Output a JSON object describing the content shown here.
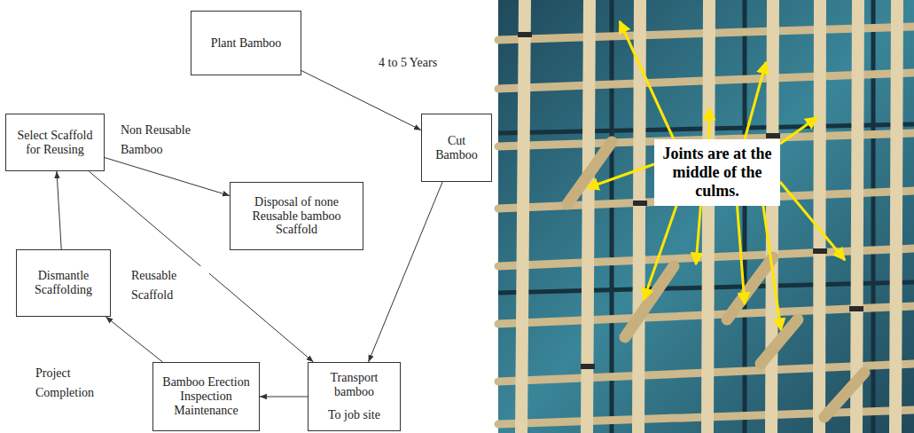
{
  "diagram": {
    "nodes": [
      {
        "text": [
          "Plant Bamboo"
        ]
      },
      {
        "text": [
          "Select Scaffold for Reusing"
        ]
      },
      {
        "text": [
          "Cut Bamboo"
        ]
      },
      {
        "text": [
          "Disposal of none Reusable bamboo Scaffold"
        ]
      },
      {
        "text": [
          "Dismantle Scaffolding"
        ]
      },
      {
        "text": [
          "Bamboo Erection Inspection Maintenance"
        ]
      },
      {
        "text": [
          "Transport bamboo",
          "To job site"
        ]
      },
      {
        "text": [
          "Joints are at the middle of the culms."
        ]
      }
    ],
    "edges": [
      {
        "from": 0,
        "to": 2,
        "arrow": "to",
        "label": "4 to 5 Years"
      },
      {
        "from": 2,
        "to": 6,
        "arrow": "to"
      },
      {
        "from": 6,
        "to": 5,
        "arrow": "to"
      },
      {
        "from": 5,
        "to": 4,
        "arrow": "to",
        "label": "Project Completion"
      },
      {
        "from": 4,
        "to": 1,
        "arrow": "to"
      },
      {
        "from": 1,
        "to": 3,
        "arrow": "to",
        "label": "Non Reusable Bamboo"
      },
      {
        "from": 1,
        "to": 6,
        "arrow": "to",
        "label": "Reusable Scaffold"
      }
    ]
  }
}
